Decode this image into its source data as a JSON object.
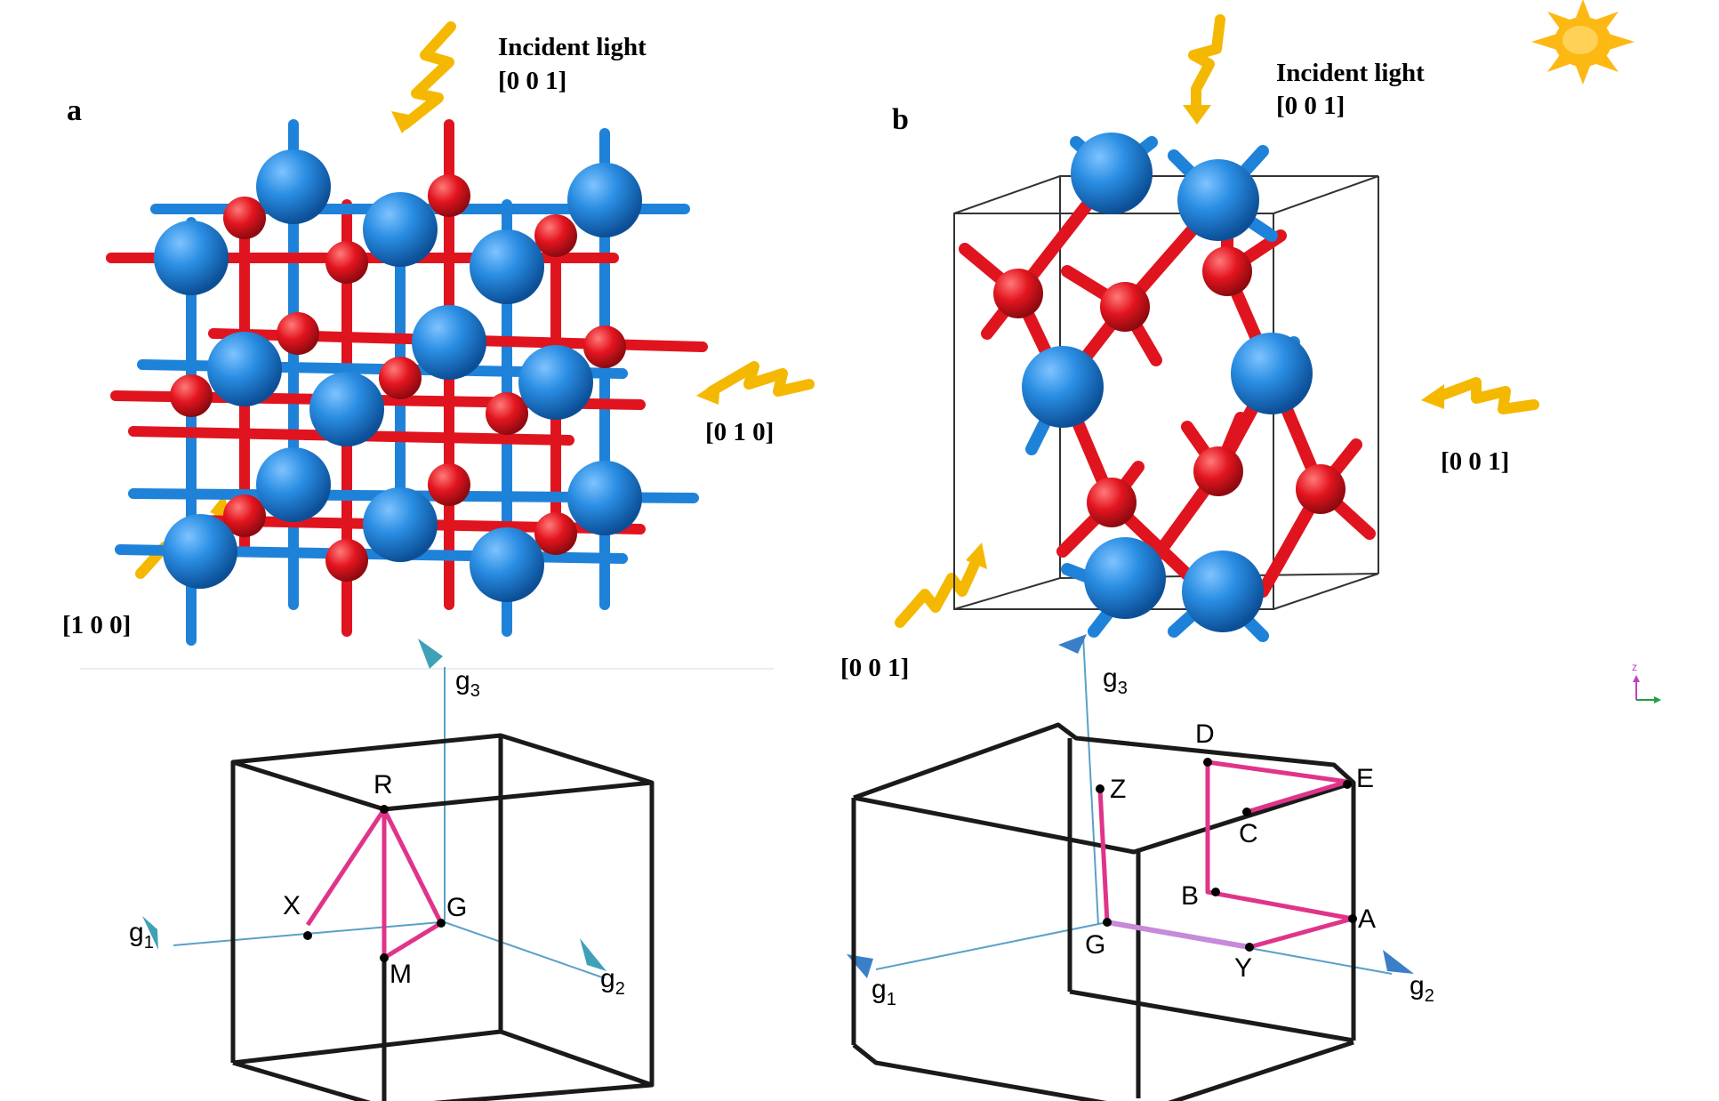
{
  "panel_a": {
    "label": "a",
    "incident_light": "Incident light",
    "direction_top": "[0 0 1]",
    "direction_right": "[0 1 0]",
    "direction_left": "[1 0 0]",
    "bz": {
      "axis_g1": "g",
      "axis_g1_sub": "1",
      "axis_g2": "g",
      "axis_g2_sub": "2",
      "axis_g3": "g",
      "axis_g3_sub": "3",
      "points": {
        "R": "R",
        "X": "X",
        "G": "G",
        "M": "M"
      }
    }
  },
  "panel_b": {
    "label": "b",
    "incident_light": "Incident light",
    "direction_top": "[0 0 1]",
    "direction_right": "[0 0 1]",
    "direction_left": "[0 0 1]",
    "bz": {
      "axis_g1": "g",
      "axis_g1_sub": "1",
      "axis_g2": "g",
      "axis_g2_sub": "2",
      "axis_g3": "g",
      "axis_g3_sub": "3",
      "points": {
        "D": "D",
        "E": "E",
        "Z": "Z",
        "C": "C",
        "B": "B",
        "A": "A",
        "G": "G",
        "Y": "Y"
      }
    },
    "axis_glyph_label": "z"
  },
  "colors": {
    "blue_atom": "#1f82d9",
    "red_atom": "#e0141e",
    "arrow_yellow": "#f5b800",
    "sun": "#fdb813",
    "path_pink": "#e0348a",
    "axis_blue": "#5aa0c8"
  },
  "icons": [
    "sun-icon",
    "lightning-arrow-icon",
    "axis-triad-icon"
  ]
}
